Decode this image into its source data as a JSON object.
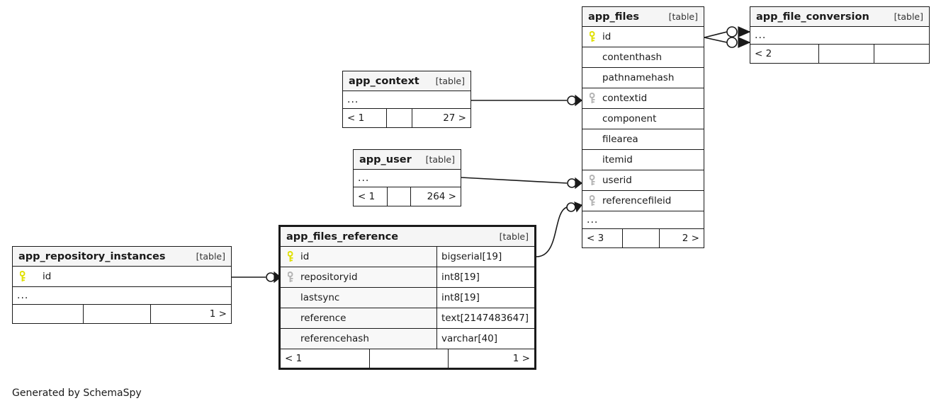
{
  "diagram": {
    "credit": "Generated by SchemaSpy",
    "table_tag": "[table]",
    "ellipsis": "...",
    "colors": {
      "primary_key": "#e8e800",
      "foreign_key": "#b3b3b3",
      "border": "#1a1a1a",
      "header_bg": "#f5f5f5",
      "name_cell_bg": "#f8f8f8",
      "background": "#ffffff"
    }
  },
  "tables": {
    "app_files": {
      "name": "app_files",
      "tag": "[table]",
      "columns": [
        {
          "name": "id",
          "key": "primary"
        },
        {
          "name": "contenthash",
          "key": "none"
        },
        {
          "name": "pathnamehash",
          "key": "none"
        },
        {
          "name": "contextid",
          "key": "foreign"
        },
        {
          "name": "component",
          "key": "none"
        },
        {
          "name": "filearea",
          "key": "none"
        },
        {
          "name": "itemid",
          "key": "none"
        },
        {
          "name": "userid",
          "key": "foreign"
        },
        {
          "name": "referencefileid",
          "key": "foreign"
        }
      ],
      "more": "...",
      "footer": [
        "< 3",
        "",
        "2 >"
      ]
    },
    "app_file_conversion": {
      "name": "app_file_conversion",
      "tag": "[table]",
      "columns": [],
      "more": "...",
      "footer": [
        "< 2",
        "",
        ""
      ]
    },
    "app_context": {
      "name": "app_context",
      "tag": "[table]",
      "columns": [],
      "more": "...",
      "footer": [
        "< 1",
        "",
        "27 >"
      ]
    },
    "app_user": {
      "name": "app_user",
      "tag": "[table]",
      "columns": [],
      "more": "...",
      "footer": [
        "< 1",
        "",
        "264 >"
      ]
    },
    "app_files_reference": {
      "name": "app_files_reference",
      "tag": "[table]",
      "focused": true,
      "columns": [
        {
          "name": "id",
          "key": "primary",
          "type": "bigserial[19]"
        },
        {
          "name": "repositoryid",
          "key": "foreign",
          "type": "int8[19]"
        },
        {
          "name": "lastsync",
          "key": "none",
          "type": "int8[19]"
        },
        {
          "name": "reference",
          "key": "none",
          "type": "text[2147483647]"
        },
        {
          "name": "referencehash",
          "key": "none",
          "type": "varchar[40]"
        }
      ],
      "footer": [
        "< 1",
        "",
        "1 >"
      ]
    },
    "app_repository_instances": {
      "name": "app_repository_instances",
      "tag": "[table]",
      "columns": [
        {
          "name": "id",
          "key": "primary"
        }
      ],
      "more": "...",
      "footer": [
        "",
        "",
        "1 >"
      ]
    }
  },
  "relationships": [
    {
      "from": "app_files.id",
      "to": "app_file_conversion",
      "cardinality": "zero-or-many"
    },
    {
      "from": "app_files.id",
      "to": "app_file_conversion",
      "cardinality": "zero-or-many"
    },
    {
      "from": "app_context",
      "to": "app_files.contextid",
      "cardinality": "zero-or-many"
    },
    {
      "from": "app_user",
      "to": "app_files.userid",
      "cardinality": "zero-or-many"
    },
    {
      "from": "app_files_reference.id",
      "to": "app_files.referencefileid",
      "cardinality": "zero-or-many"
    },
    {
      "from": "app_repository_instances.id",
      "to": "app_files_reference.repositoryid",
      "cardinality": "zero-or-many"
    }
  ]
}
